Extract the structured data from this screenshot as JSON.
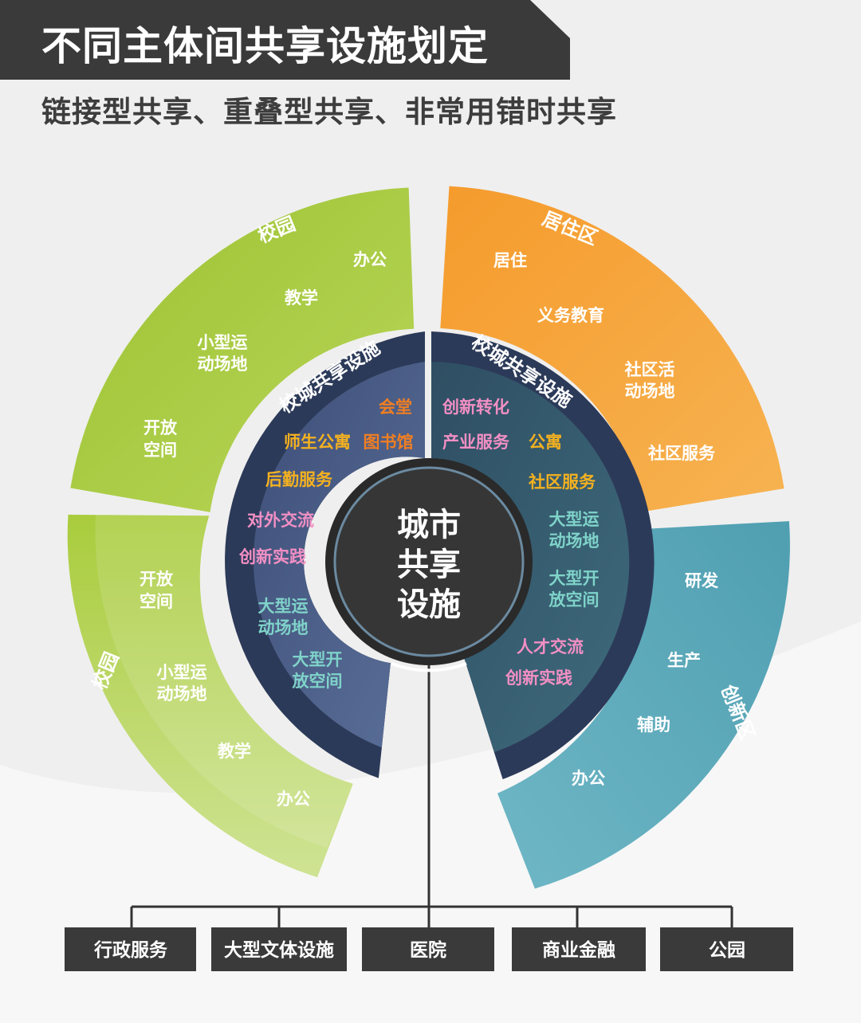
{
  "title": "不同主体间共享设施划定",
  "subtitle": "链接型共享、重叠型共享、非常用错时共享",
  "colors": {
    "campus_green": "#9cc232",
    "campus_green_light": "#bfd96a",
    "residential_orange": "#f7a53c",
    "innovation_teal": "#5eabbd",
    "ring_navy": "#2d3b5a",
    "core_dark": "#353535",
    "label_white": "#ffffff",
    "label_orange_dark": "#f07e23",
    "label_yellow": "#f4b120",
    "label_pink": "#f28fc4",
    "label_teal": "#7fd3c9"
  },
  "center": {
    "line1": "城市",
    "line2": "共享",
    "line3": "设施"
  },
  "left_ring": {
    "title": "校城共享设施",
    "items": [
      "会堂",
      "图书馆",
      "师生公寓",
      "后勤服务",
      "对外交流",
      "创新实践",
      "大型运",
      "动场地",
      "大型开",
      "放空间"
    ]
  },
  "right_ring": {
    "title": "校城共享设施",
    "items": [
      "创新转化",
      "产业服务",
      "公寓",
      "社区服务",
      "大型运",
      "动场地",
      "大型开",
      "放空间",
      "人才交流",
      "创新实践"
    ]
  },
  "campus_top": {
    "name": "校园",
    "items": [
      "办公",
      "教学",
      "小型运",
      "动场地",
      "开放",
      "空间"
    ]
  },
  "campus_bottom": {
    "name": "校园",
    "items": [
      "开放",
      "空间",
      "小型运",
      "动场地",
      "教学",
      "办公"
    ]
  },
  "residential": {
    "name": "居住区",
    "items": [
      "居住",
      "义务教育",
      "社区活",
      "动场地",
      "社区服务"
    ]
  },
  "innovation": {
    "name": "创新区",
    "items": [
      "研发",
      "生产",
      "辅助",
      "办公"
    ]
  },
  "bottom_facilities": [
    "行政服务",
    "大型文体设施",
    "医院",
    "商业金融",
    "公园"
  ]
}
